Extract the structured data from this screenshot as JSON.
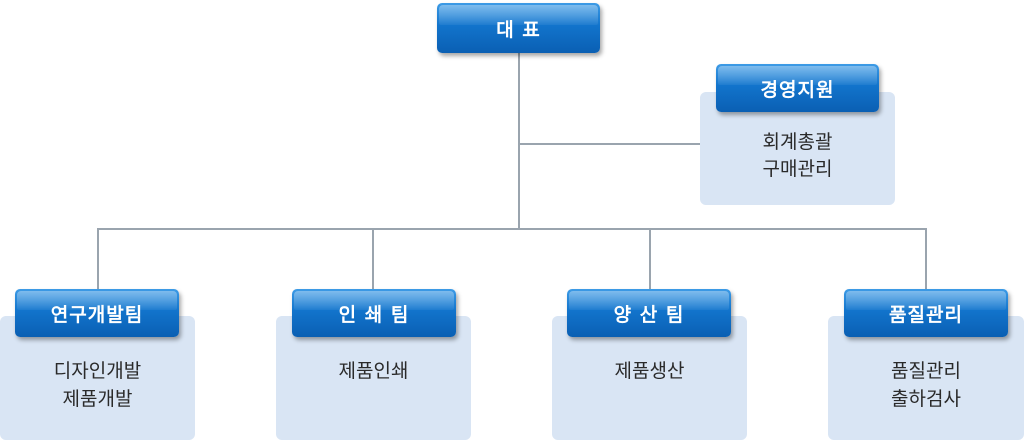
{
  "org": {
    "ceo": "대 표",
    "support": {
      "title": "경영지원",
      "duties": [
        "회계총괄",
        "구매관리"
      ]
    },
    "teams": [
      {
        "title": "연구개발팀",
        "duties": [
          "디자인개발",
          "제품개발"
        ]
      },
      {
        "title": "인 쇄 팀",
        "duties": [
          "제품인쇄"
        ]
      },
      {
        "title": "양 산 팀",
        "duties": [
          "제품생산"
        ]
      },
      {
        "title": "품질관리",
        "duties": [
          "품질관리",
          "출하검사"
        ]
      }
    ]
  },
  "colors": {
    "box": "#1274cc",
    "panel": "#d9e5f4",
    "connector": "#9aa4ae"
  }
}
